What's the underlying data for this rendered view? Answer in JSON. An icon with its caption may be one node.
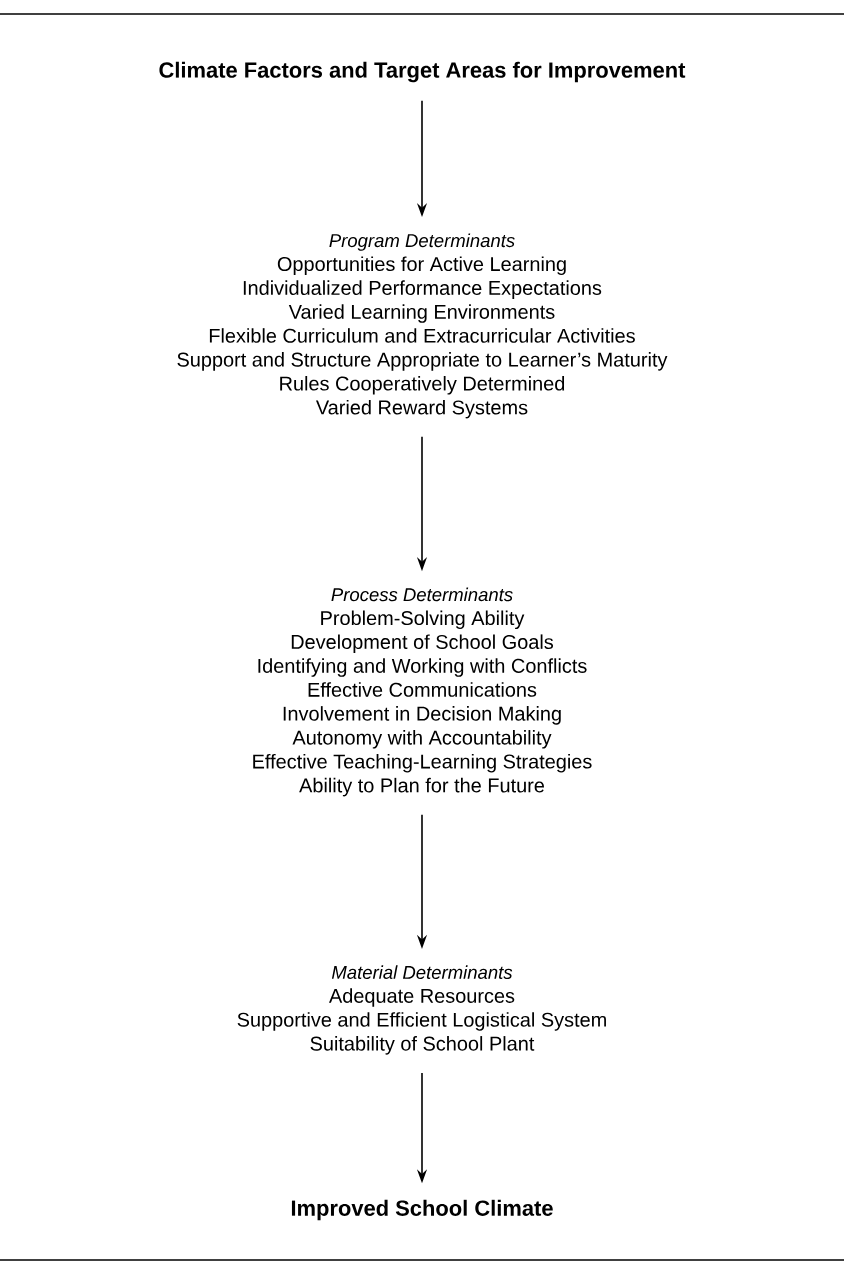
{
  "diagram": {
    "nodes": [
      {
        "text": [
          "Climate Factors and Target Areas for Improvement"
        ]
      },
      {
        "text": [
          "Program Determinants",
          "Opportunities for Active Learning",
          "Individualized Performance Expectations",
          "Varied Learning Environments",
          "Flexible Curriculum and Extracurricular Activities",
          "Support and Structure Appropriate to Learner’s Maturity",
          "Rules Cooperatively Determined",
          "Varied Reward Systems"
        ]
      },
      {
        "text": [
          "Process Determinants",
          "Problem-Solving Ability",
          "Development of School Goals",
          "Identifying and Working with Conflicts",
          "Effective Communications",
          "Involvement in Decision Making",
          "Autonomy with Accountability",
          "Effective Teaching-Learning Strategies",
          "Ability to Plan for the Future"
        ]
      },
      {
        "text": [
          "Material Determinants",
          "Adequate Resources",
          "Supportive and Efficient Logistical System",
          "Suitability of School Plant"
        ]
      },
      {
        "text": [
          "Improved School Climate"
        ]
      }
    ],
    "edges": [
      {
        "from": 0,
        "to": 1,
        "arrow": "to"
      },
      {
        "from": 1,
        "to": 2,
        "arrow": "to"
      },
      {
        "from": 2,
        "to": 3,
        "arrow": "to"
      },
      {
        "from": 3,
        "to": 4,
        "arrow": "to"
      }
    ]
  }
}
